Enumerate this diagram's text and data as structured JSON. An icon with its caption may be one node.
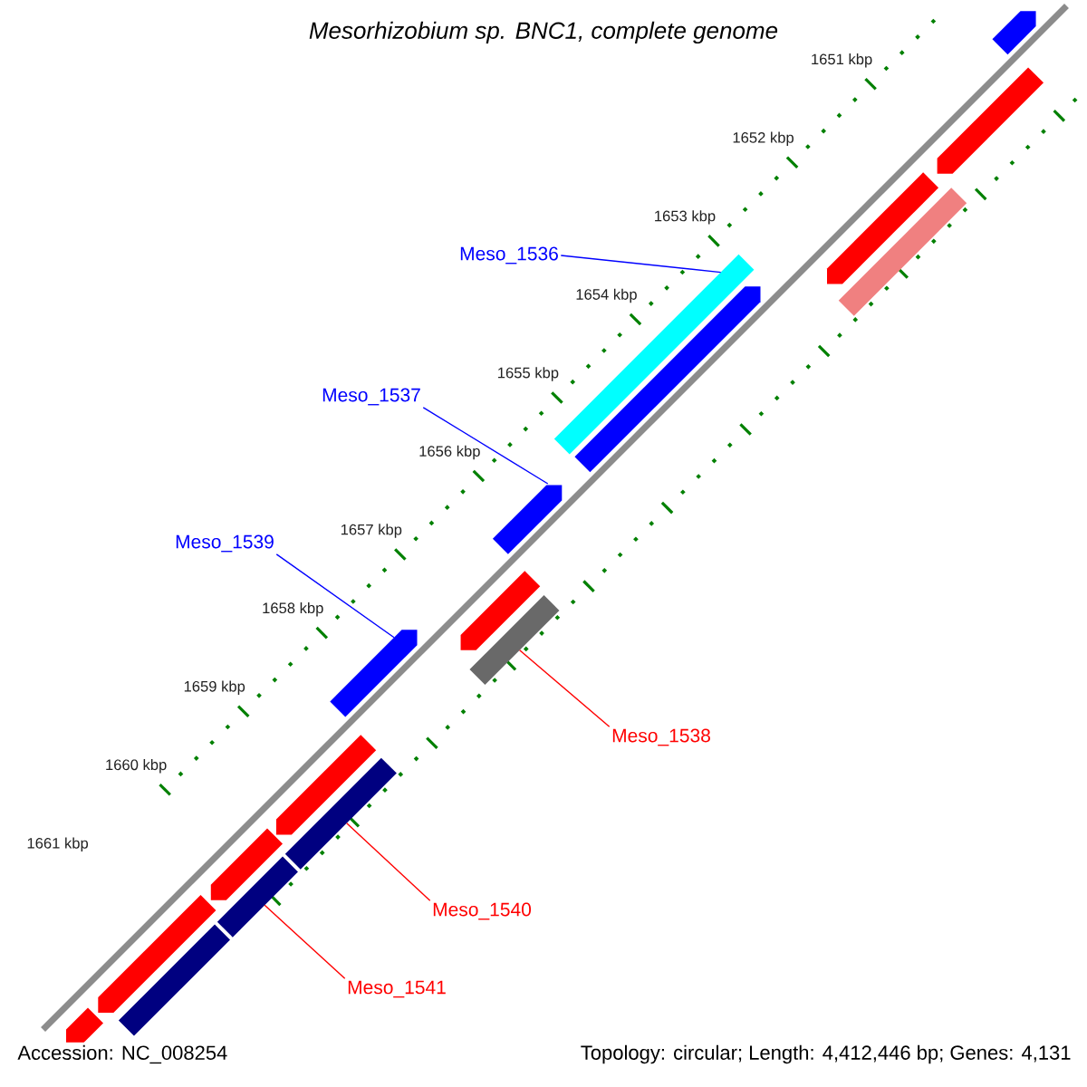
{
  "diagram": {
    "title": "Mesorhizobium sp. BNC1, complete genome",
    "nodes": [
      {
        "text": [
          "Meso_1536"
        ]
      },
      {
        "text": [
          "Meso_1537"
        ]
      },
      {
        "text": [
          "Meso_1539"
        ]
      },
      {
        "text": [
          "Meso_1538"
        ]
      },
      {
        "text": [
          "Meso_1540"
        ]
      },
      {
        "text": [
          "Meso_1541"
        ]
      },
      {
        "text": [],
        "shape": "pentagon"
      },
      {
        "text": [],
        "shape": "bar"
      },
      {
        "text": [],
        "shape": "pentagon"
      },
      {
        "text": [],
        "shape": "pentagon"
      },
      {
        "text": [],
        "shape": "pentagon"
      },
      {
        "text": [],
        "shape": "pentagon"
      },
      {
        "text": [],
        "shape": "pentagon"
      },
      {
        "text": [],
        "shape": "bar"
      },
      {
        "text": [],
        "shape": "pentagon"
      },
      {
        "text": [],
        "shape": "bar"
      },
      {
        "text": [],
        "shape": "pentagon"
      },
      {
        "text": [],
        "shape": "pentagon"
      },
      {
        "text": [],
        "shape": "pentagon"
      },
      {
        "text": [],
        "shape": "pentagon"
      },
      {
        "text": [],
        "shape": "bar"
      },
      {
        "text": [],
        "shape": "bar"
      },
      {
        "text": [],
        "shape": "bar"
      }
    ],
    "edges": [
      {
        "from": 0,
        "to": 7,
        "arrow": "none",
        "color": "#0000ff"
      },
      {
        "from": 1,
        "to": 9,
        "arrow": "none",
        "color": "#0000ff"
      },
      {
        "from": 2,
        "to": 10,
        "arrow": "none",
        "color": "#0000ff"
      },
      {
        "from": 3,
        "to": 15,
        "arrow": "none",
        "color": "#ff0000"
      },
      {
        "from": 4,
        "to": 20,
        "arrow": "none",
        "color": "#ff0000"
      },
      {
        "from": 5,
        "to": 21,
        "arrow": "none",
        "color": "#ff0000"
      }
    ],
    "labels": [
      "1651 kbp",
      "1652 kbp",
      "1653 kbp",
      "1654 kbp",
      "1655 kbp",
      "1656 kbp",
      "1657 kbp",
      "1658 kbp",
      "1659 kbp",
      "1660 kbp",
      "1661 kbp",
      "Accession: NC_008254",
      "Topology: circular; Length: 4,412,446 bp; Genes: 4,131"
    ]
  }
}
